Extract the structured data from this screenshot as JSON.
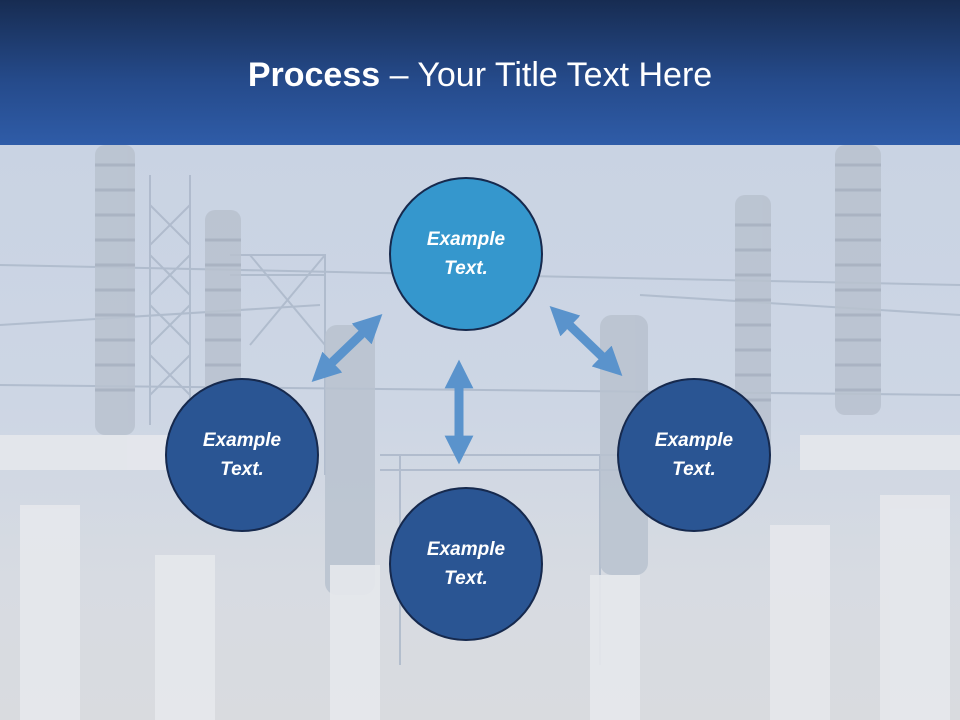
{
  "title": {
    "bold": "Process",
    "rest": " – Your Title Text Here"
  },
  "nodes": [
    {
      "id": "top",
      "text": "Example\nText."
    },
    {
      "id": "left",
      "text": "Example\nText."
    },
    {
      "id": "right",
      "text": "Example\nText."
    },
    {
      "id": "bottom",
      "text": "Example\nText."
    }
  ],
  "colors": {
    "title_bar": "#254a8a",
    "node_accent": "#3597cd",
    "node_dark": "#2a5593",
    "arrow": "#5a93cc"
  },
  "background": "substation-photo"
}
